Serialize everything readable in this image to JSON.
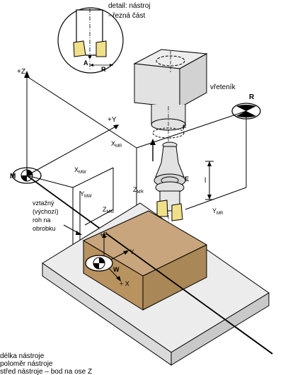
{
  "detail": {
    "line1": "detail: nástroj",
    "line2": "- řezná část",
    "A": "A",
    "R": "R"
  },
  "spindle": "vřeteník",
  "axes": {
    "z": "+Z",
    "y": "+Y",
    "z_small": "+Z",
    "y_small": "+ Y",
    "x_small": "+ X"
  },
  "points": {
    "M": "M",
    "R": "R",
    "W": "W",
    "F": "F",
    "E": "E"
  },
  "dims": {
    "l": "l",
    "X": "X",
    "X_sub": "MR",
    "Xw": "X",
    "Xw_sub": "MW",
    "Yw": "Y",
    "Yw_sub": "MW",
    "Zw": "Z",
    "Zw_sub": "MW",
    "Zr": "Z",
    "Zr_sub": "MR",
    "Yr": "Y",
    "Yr_sub": "MR"
  },
  "reference": [
    "vztažný",
    "(výchozí)",
    "roh na",
    "obrobku"
  ],
  "legend": [
    "délka nástroje",
    "poloměr nástroje",
    "střed nástroje – bod na ose Z"
  ],
  "colors": {
    "workpiece": "#c8a57c",
    "workpiece_dark": "#a98756",
    "table": "#e6e6e6",
    "spindle": "#e2e2e2",
    "insert": "#f1e08a"
  }
}
